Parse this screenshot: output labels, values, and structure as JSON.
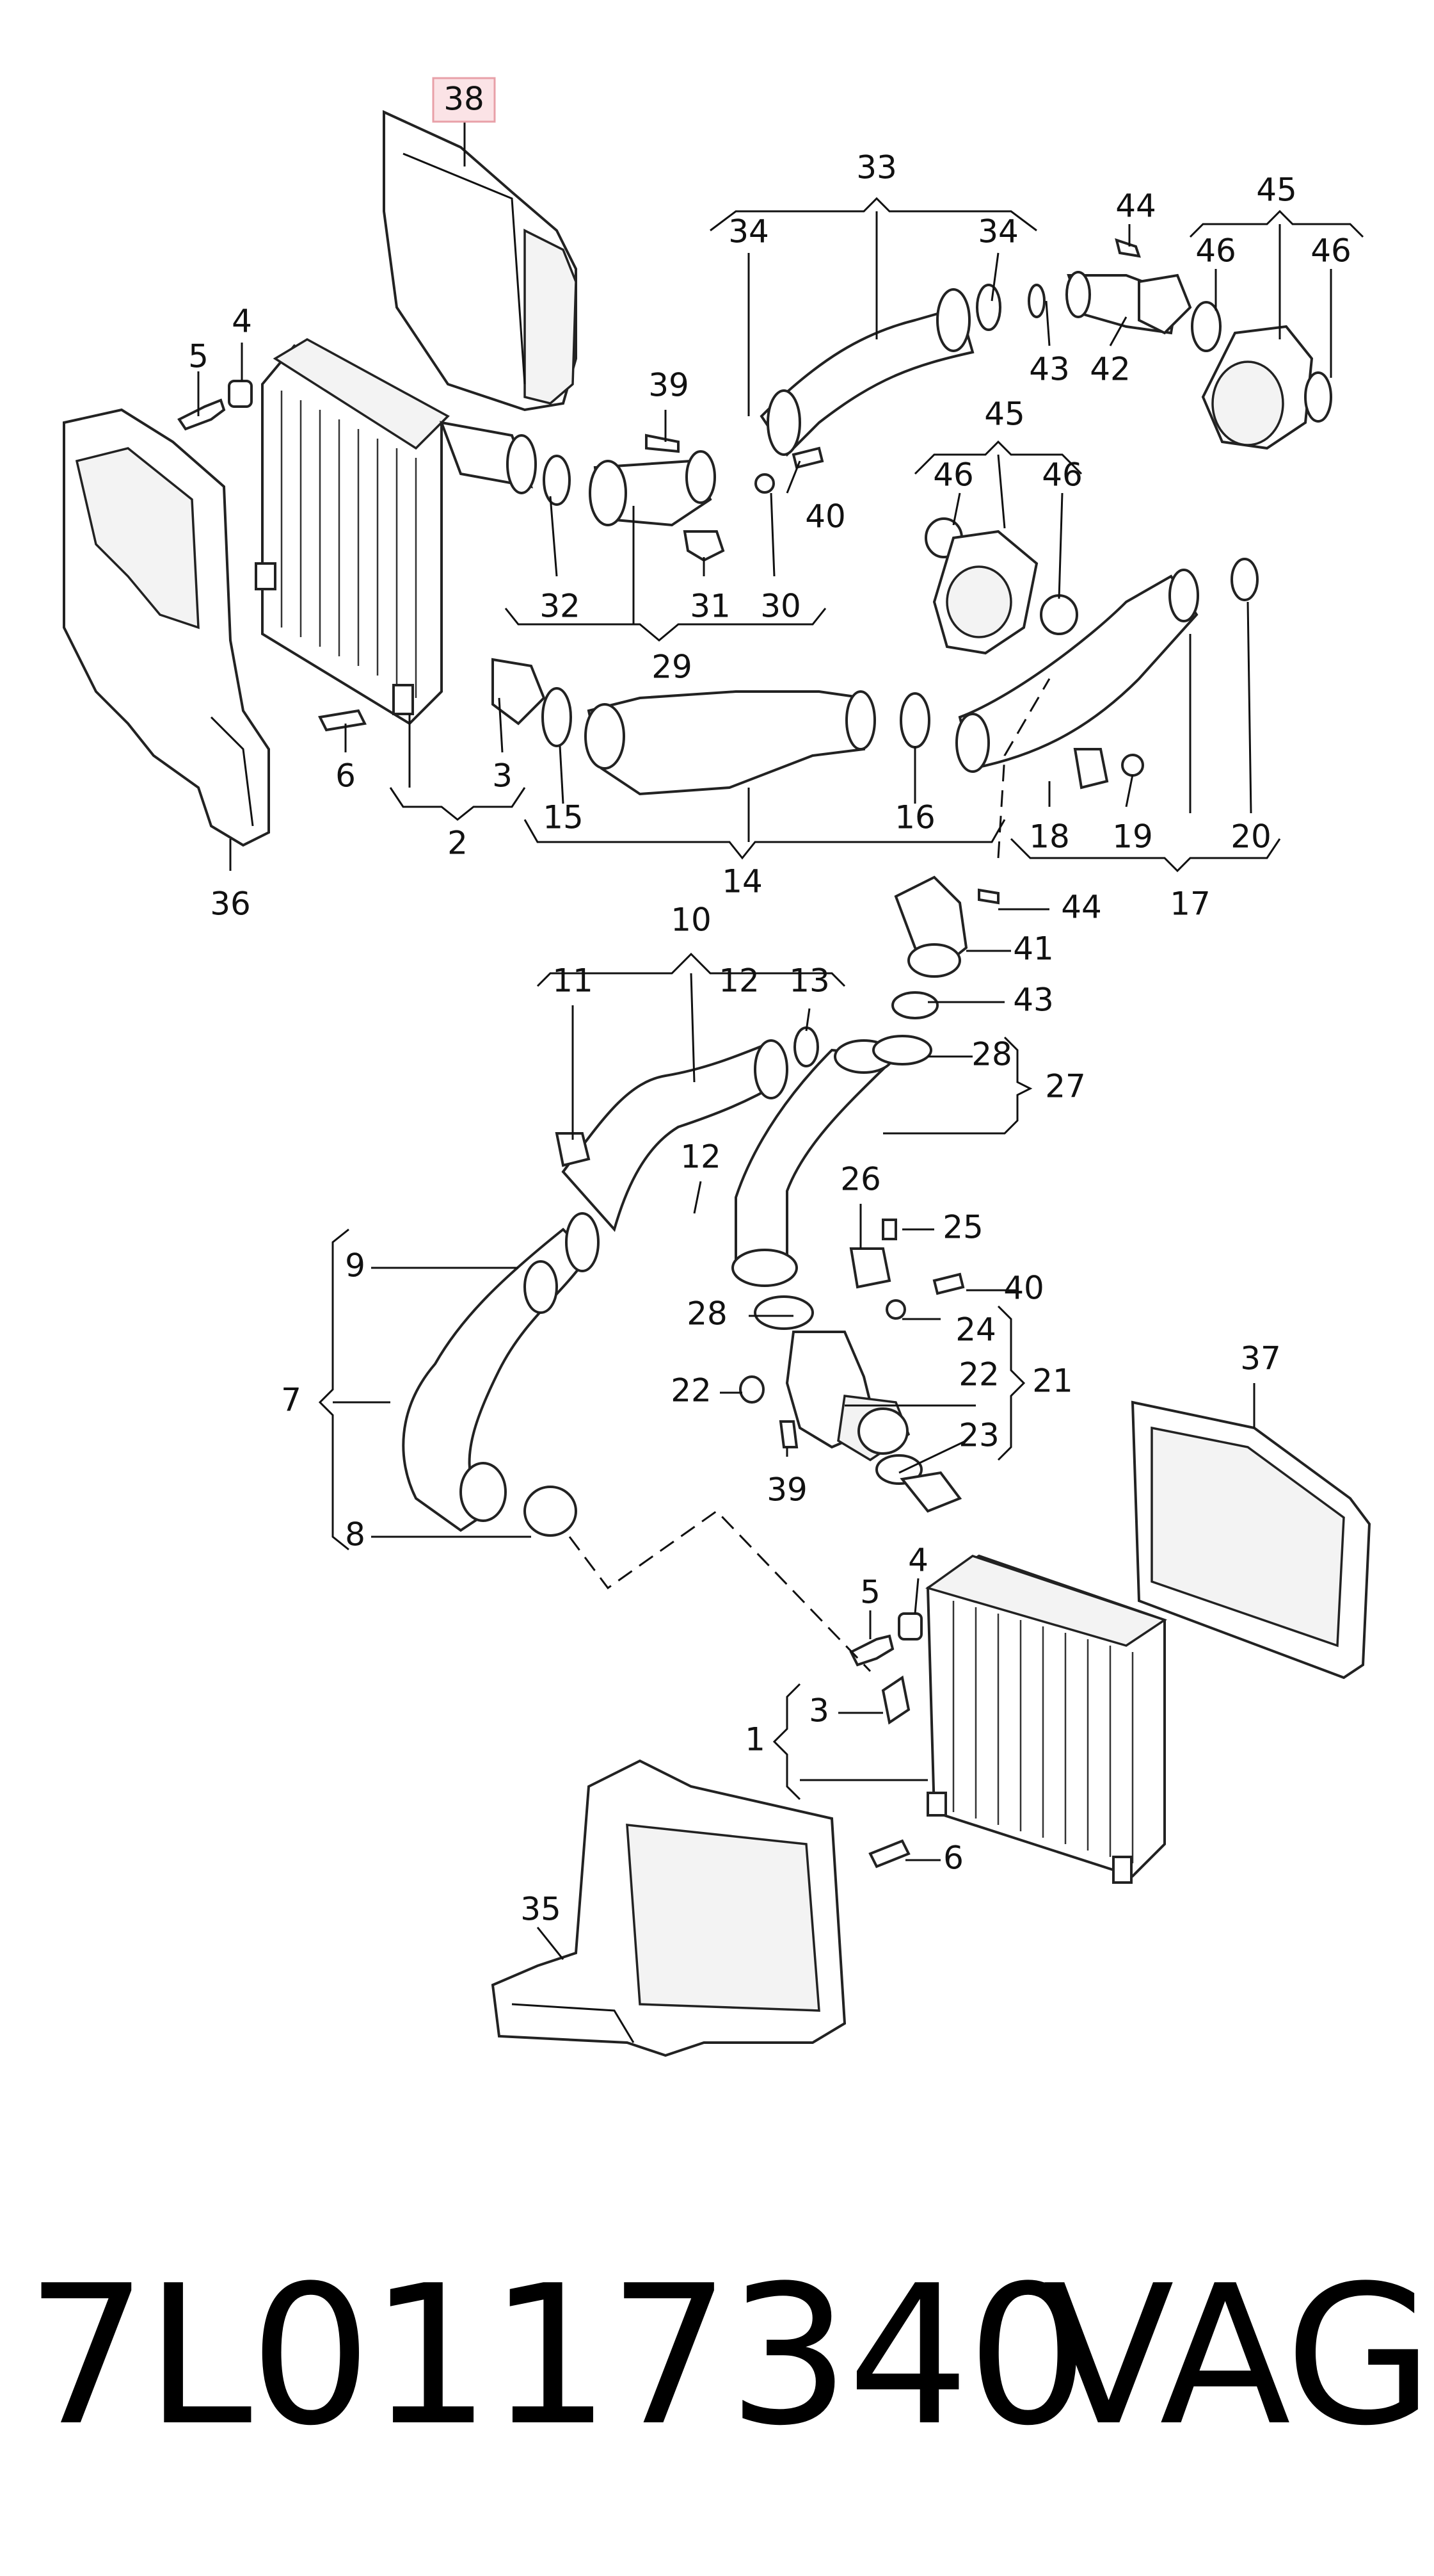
{
  "diagram": {
    "highlight_color": "#e8a0a8",
    "highlight_fill": "#fbe3e6",
    "callouts": {
      "c38": "38",
      "c33": "33",
      "c34a": "34",
      "c34b": "34",
      "c44a": "44",
      "c45a": "45",
      "c46a": "46",
      "c46b": "46",
      "c4a": "4",
      "c5a": "5",
      "c39a": "39",
      "c43a": "43",
      "c42": "42",
      "c40a": "40",
      "c45b": "45",
      "c46c": "46",
      "c46d": "46",
      "c32": "32",
      "c31": "31",
      "c30": "30",
      "c29": "29",
      "c6a": "6",
      "c3a": "3",
      "c2": "2",
      "c15": "15",
      "c14": "14",
      "c16": "16",
      "c18": "18",
      "c19": "19",
      "c20": "20",
      "c17": "17",
      "c36": "36",
      "c44b": "44",
      "c41": "41",
      "c43b": "43",
      "c10": "10",
      "c11": "11",
      "c12a": "12",
      "c13": "13",
      "c28a": "28",
      "c27": "27",
      "c12b": "12",
      "c26": "26",
      "c25": "25",
      "c9": "9",
      "c40b": "40",
      "c28b": "28",
      "c24": "24",
      "c22a": "22",
      "c21": "21",
      "c7": "7",
      "c22b": "22",
      "c23": "23",
      "c37": "37",
      "c39b": "39",
      "c8": "8",
      "c4b": "4",
      "c5b": "5",
      "c3b": "3",
      "c1": "1",
      "c6b": "6",
      "c35": "35"
    }
  },
  "footer": {
    "part_number": "7L0117340",
    "brand": "VAG"
  }
}
